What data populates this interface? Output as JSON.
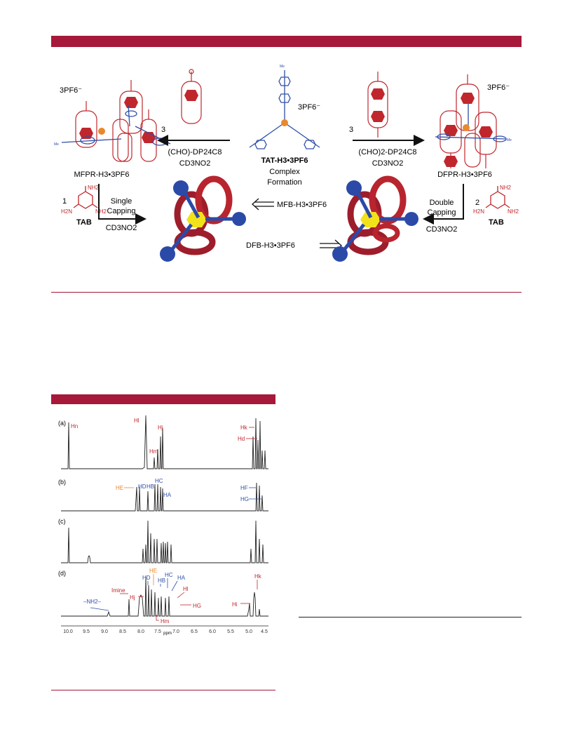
{
  "scheme": {
    "counter_top_left": "3PF6⁻",
    "counter_top_right": "3PF6⁻",
    "counter_center": "3PF6⁻",
    "left_coeff": "3",
    "right_coeff": "3",
    "left_reagent": "(CHO)-DP24C8",
    "left_solvent": "CD3NO2",
    "right_reagent": "(CHO)2-DP24C8",
    "right_solvent": "CD3NO2",
    "center_name": "TAT-H3•3PF6",
    "center_caption_1": "Complex",
    "center_caption_2": "Formation",
    "left_product": "MFPR-H3•3PF6",
    "right_product": "DFPR-H3•3PF6",
    "left_coeff_2": "1",
    "right_coeff_2": "2",
    "tab_left": "TAB",
    "tab_right": "TAB",
    "single_1": "Single",
    "single_2": "Capping",
    "single_solvent": "CD3NO2",
    "double_1": "Double",
    "double_2": "Capping",
    "double_solvent": "CD3NO2",
    "mfb": "MFB-H3•3PF6",
    "dfb": "DFB-H3•3PF6",
    "me": "Me",
    "nh2": "NH2",
    "h2n": "H2N"
  },
  "nmr": {
    "panels": [
      "(a)",
      "(b)",
      "(c)",
      "(d)"
    ],
    "labels_a": [
      "Hn",
      "Hl",
      "Hj",
      "Hm",
      "Hk",
      "Hd"
    ],
    "labels_b": [
      "HE",
      "HD",
      "HB",
      "HC",
      "HA",
      "HF",
      "HG"
    ],
    "labels_d": [
      "Imine",
      "–NH2–",
      "HD",
      "HE",
      "HB",
      "HC",
      "HA",
      "Hj",
      "Hl",
      "HG",
      "Hm",
      "Hi",
      "Hk"
    ],
    "xaxis_ticks": [
      "10.0",
      "9.5",
      "9.0",
      "8.5",
      "8.0",
      "7.5",
      "7.0",
      "6.5",
      "6.0",
      "5.5",
      "5.0",
      "4.5"
    ],
    "xaxis_unit": "ppm"
  },
  "colors": {
    "accent": "#a6193a",
    "crown": "#c0272d",
    "blue": "#2e4fa8",
    "orange": "#e8892b",
    "yellow": "#f2e21b"
  }
}
